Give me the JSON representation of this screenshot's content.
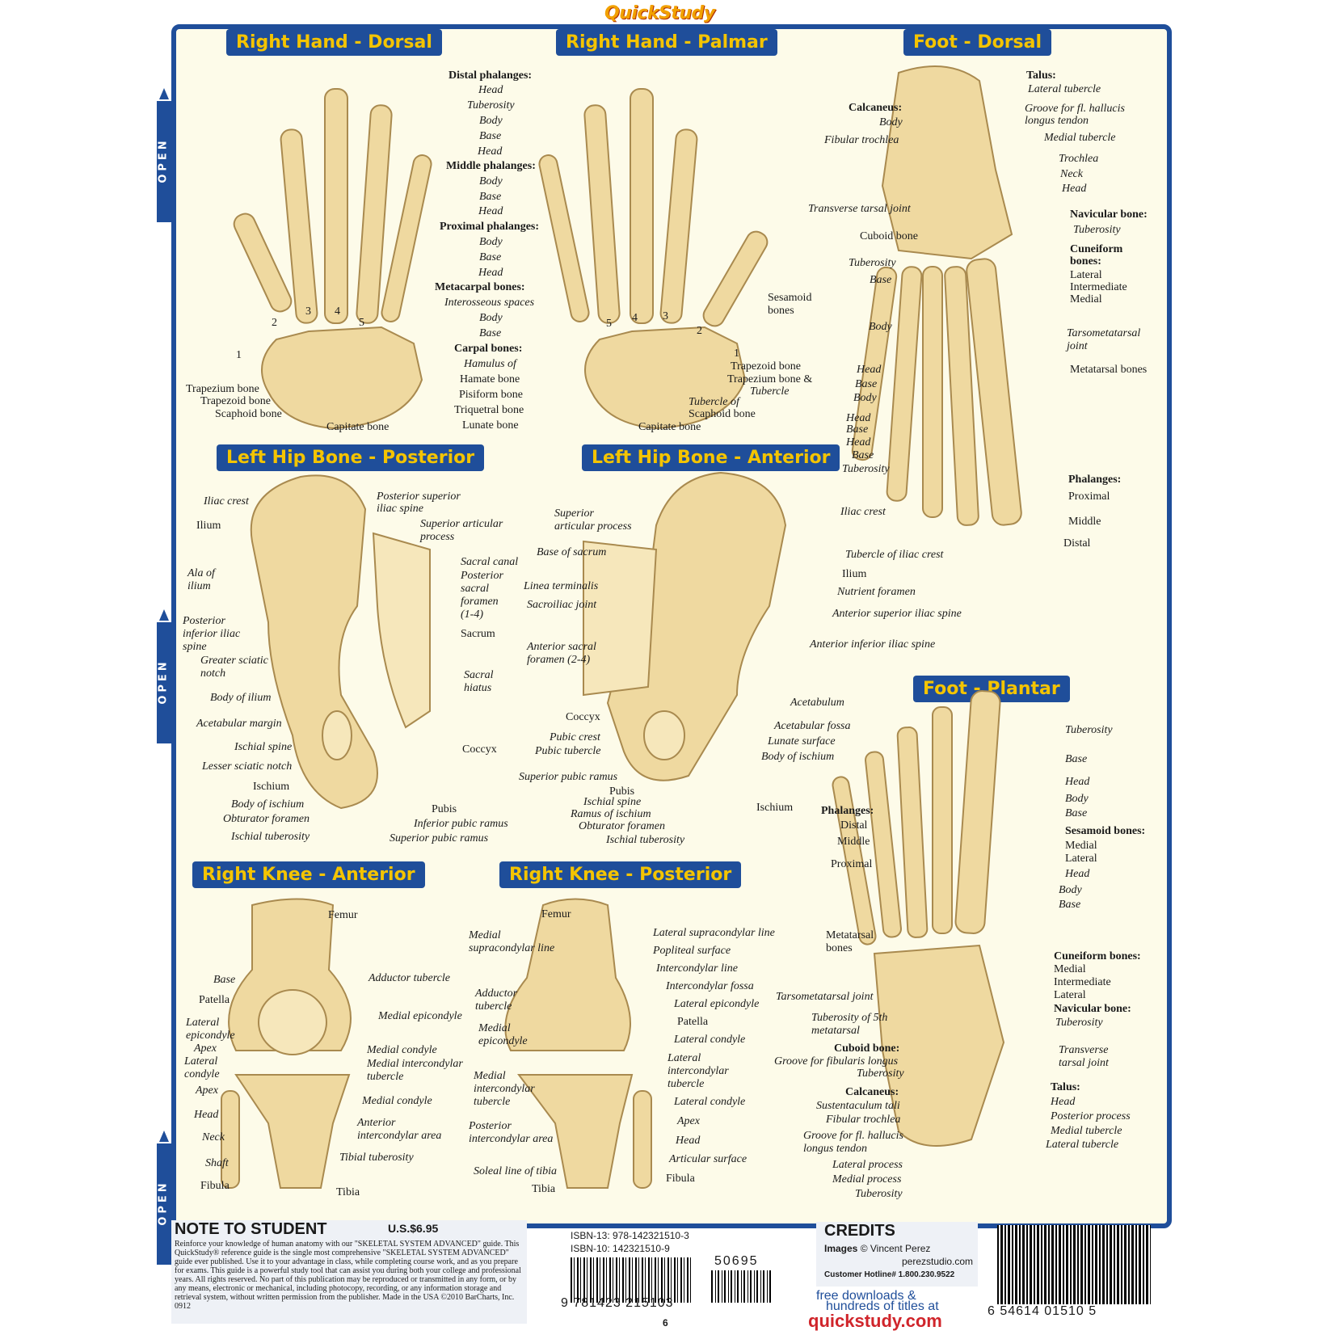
{
  "brand": "QuickStudy",
  "tabs": {
    "open": "OPEN"
  },
  "sections": {
    "hand_dorsal": "Right Hand - Dorsal",
    "hand_palmar": "Right Hand - Palmar",
    "foot_dorsal": "Foot - Dorsal",
    "hip_posterior": "Left Hip Bone - Posterior",
    "hip_anterior": "Left Hip Bone - Anterior",
    "foot_plantar": "Foot - Plantar",
    "knee_anterior": "Right Knee - Anterior",
    "knee_posterior": "Right Knee - Posterior"
  },
  "hand_labels": {
    "distal": "Distal phalanges:",
    "d_head": "Head",
    "d_tub": "Tuberosity",
    "d_body": "Body",
    "d_base": "Base",
    "m_head0": "Head",
    "middle": "Middle phalanges:",
    "m_body": "Body",
    "m_base": "Base",
    "m_head": "Head",
    "proximal": "Proximal phalanges:",
    "p_body": "Body",
    "p_base": "Base",
    "p_head": "Head",
    "metacarpal": "Metacarpal bones:",
    "interosseous": "Interosseous spaces",
    "mc_body": "Body",
    "mc_base": "Base",
    "carpal": "Carpal bones:",
    "hamulus": "Hamulus of",
    "hamate": "Hamate bone",
    "pisiform": "Pisiform bone",
    "triquetral": "Triquetral bone",
    "lunate": "Lunate bone",
    "trapezium": "Trapezium bone",
    "trapezoid": "Trapezoid bone",
    "scaphoid": "Scaphoid bone",
    "capitate": "Capitate bone",
    "sesamoid": "Sesamoid",
    "bones": "bones",
    "p_trapezoid": "Trapezoid bone",
    "p_trapezium": "Trapezium bone &",
    "p_tubercle": "Tubercle",
    "p_tubercle_of": "Tubercle of",
    "p_scaphoid": "Scaphoid bone",
    "p_capitate": "Capitate bone",
    "n1": "1",
    "n2": "2",
    "n3": "3",
    "n4": "4",
    "n5": "5"
  },
  "foot_dorsal_labels": {
    "talus": "Talus:",
    "lateral_tubercle": "Lateral tubercle",
    "groove": "Groove for fl. hallucis",
    "groove2": "longus tendon",
    "medial_tubercle": "Medial tubercle",
    "trochlea": "Trochlea",
    "neck": "Neck",
    "head": "Head",
    "calcaneus": "Calcaneus:",
    "body": "Body",
    "fibular_trochlea": "Fibular trochlea",
    "transverse": "Transverse tarsal joint",
    "navicular": "Navicular bone:",
    "nav_tub": "Tuberosity",
    "cuboid": "Cuboid bone",
    "cuneiform": "Cuneiform",
    "cuneiform2": "bones:",
    "lateral": "Lateral",
    "intermediate": "Intermediate",
    "medial": "Medial",
    "tuberosity": "Tuberosity",
    "base": "Base",
    "mt_body": "Body",
    "tmt": "Tarsometatarsal",
    "tmt2": "joint",
    "metatarsal": "Metatarsal bones",
    "head2": "Head",
    "base2": "Base",
    "body2": "Body",
    "head3": "Head",
    "base3": "Base",
    "head4": "Head",
    "base4": "Base",
    "tub4": "Tuberosity",
    "phalanges": "Phalanges:",
    "proximal": "Proximal",
    "middle": "Middle",
    "distal": "Distal"
  },
  "hip_post_labels": {
    "iliac_crest": "Iliac crest",
    "psis": "Posterior superior",
    "psis2": "iliac spine",
    "ilium": "Ilium",
    "sap": "Superior articular",
    "sap2": "process",
    "sacral_canal": "Sacral canal",
    "ala": "Ala of",
    "ala2": "ilium",
    "psf": "Posterior",
    "psf2": "sacral",
    "psf3": "foramen",
    "psf4": "(1-4)",
    "piis": "Posterior",
    "piis2": "inferior iliac",
    "piis3": "spine",
    "sacrum": "Sacrum",
    "gsn": "Greater sciatic",
    "gsn2": "notch",
    "sacral_hiatus": "Sacral",
    "sacral_hiatus2": "hiatus",
    "body_ilium": "Body of ilium",
    "acetabular_margin": "Acetabular margin",
    "coccyx": "Coccyx",
    "ischial_spine": "Ischial spine",
    "lsn": "Lesser sciatic notch",
    "ischium": "Ischium",
    "body_ischium": "Body of ischium",
    "pubis": "Pubis",
    "obturator": "Obturator foramen",
    "ipr": "Inferior pubic ramus",
    "ischial_tub": "Ischial tuberosity",
    "spr": "Superior pubic ramus"
  },
  "hip_ant_labels": {
    "sap": "Superior",
    "sap2": "articular process",
    "iliac_crest": "Iliac crest",
    "base_sacrum": "Base of sacrum",
    "tubercle": "Tubercle of iliac crest",
    "ilium": "Ilium",
    "linea": "Linea terminalis",
    "nutrient": "Nutrient foramen",
    "si_joint": "Sacroiliac joint",
    "asis": "Anterior superior iliac spine",
    "asf": "Anterior sacral",
    "asf2": "foramen (2-4)",
    "aiis": "Anterior inferior iliac spine",
    "acetabulum": "Acetabulum",
    "coccyx": "Coccyx",
    "acetabular_fossa": "Acetabular fossa",
    "pubic_crest": "Pubic crest",
    "lunate": "Lunate surface",
    "pubic_tubercle": "Pubic tubercle",
    "body_ischium": "Body of ischium",
    "spr": "Superior pubic ramus",
    "pubis": "Pubis",
    "ischial_spine": "Ischial spine",
    "ischium": "Ischium",
    "ramus": "Ramus of ischium",
    "obturator": "Obturator foramen",
    "ischial_tub": "Ischial tuberosity"
  },
  "foot_plantar_labels": {
    "tuberosity": "Tuberosity",
    "base": "Base",
    "head": "Head",
    "body": "Body",
    "base2": "Base",
    "phalanges": "Phalanges:",
    "distal": "Distal",
    "middle": "Middle",
    "proximal": "Proximal",
    "sesamoid": "Sesamoid bones:",
    "medial": "Medial",
    "lateral": "Lateral",
    "head2": "Head",
    "body2": "Body",
    "base3": "Base",
    "metatarsal": "Metatarsal",
    "metatarsal2": "bones",
    "cuneiform": "Cuneiform bones:",
    "c_medial": "Medial",
    "c_intermediate": "Intermediate",
    "c_lateral": "Lateral",
    "tmt": "Tarsometatarsal joint",
    "navicular": "Navicular bone:",
    "nav_tub": "Tuberosity",
    "tub5": "Tuberosity of 5th",
    "tub5b": "metatarsal",
    "cuboid": "Cuboid bone:",
    "groove_fib": "Groove for fibularis longus",
    "cub_tub": "Tuberosity",
    "transverse": "Transverse",
    "transverse2": "tarsal joint",
    "calcaneus": "Calcaneus:",
    "talus": "Talus:",
    "sustentaculum": "Sustentaculum tali",
    "t_head": "Head",
    "fibular_trochlea": "Fibular trochlea",
    "post_process": "Posterior process",
    "groove_fl": "Groove for fl. hallucis",
    "groove_fl2": "longus tendon",
    "t_medial_tub": "Medial tubercle",
    "t_lateral_tub": "Lateral tubercle",
    "lat_process": "Lateral process",
    "med_process": "Medial process",
    "c_tub": "Tuberosity"
  },
  "knee_ant_labels": {
    "femur": "Femur",
    "base": "Base",
    "adductor": "Adductor tubercle",
    "patella": "Patella",
    "lat_epi": "Lateral",
    "lat_epi2": "epicondyle",
    "med_epi": "Medial epicondyle",
    "apex": "Apex",
    "med_condyle": "Medial condyle",
    "lat_condyle": "Lateral",
    "lat_condyle2": "condyle",
    "mit": "Medial intercondylar",
    "mit2": "tubercle",
    "apex2": "Apex",
    "head": "Head",
    "med_condyle2": "Medial condyle",
    "neck": "Neck",
    "aia": "Anterior",
    "aia2": "intercondylar area",
    "shaft": "Shaft",
    "tibial_tub": "Tibial tuberosity",
    "fibula": "Fibula",
    "tibia": "Tibia"
  },
  "knee_post_labels": {
    "femur": "Femur",
    "lsl": "Lateral supracondylar line",
    "msl": "Medial",
    "msl2": "supracondylar line",
    "popliteal": "Popliteal surface",
    "icl": "Intercondylar line",
    "adductor": "Adductor",
    "adductor2": "tubercle",
    "icf": "Intercondylar fossa",
    "lat_epi": "Lateral epicondyle",
    "med_epi": "Medial",
    "med_epi2": "epicondyle",
    "patella": "Patella",
    "lat_condyle": "Lateral condyle",
    "mit": "Medial",
    "mit2": "intercondylar",
    "mit3": "tubercle",
    "lit": "Lateral",
    "lit2": "intercondylar",
    "lit3": "tubercle",
    "lat_condyle2": "Lateral condyle",
    "pia": "Posterior",
    "pia2": "intercondylar area",
    "apex": "Apex",
    "head": "Head",
    "soleal": "Soleal line of tibia",
    "articular": "Articular surface",
    "fibula": "Fibula",
    "tibia": "Tibia"
  },
  "footer": {
    "note_title": "NOTE TO STUDENT",
    "price": "U.S.$6.95",
    "note_text": "Reinforce your knowledge of human anatomy with our \"SKELETAL SYSTEM ADVANCED\" guide. This QuickStudy® reference guide is the single most comprehensive \"SKELETAL SYSTEM ADVANCED\" guide ever published. Use it to your advantage in class, while completing course work, and as you prepare for exams. This guide is a powerful study tool that can assist you during both your college and professional years. All rights reserved. No part of this publication may be reproduced or transmitted in any form, or by any means, electronic or mechanical, including photocopy, recording, or any information storage and retrieval system, without written permission from the publisher. Made in the USA ©2010 BarCharts, Inc. 0912",
    "isbn13": "ISBN-13: 978-142321510-3",
    "isbn10": "ISBN-10: 142321510-9",
    "barcode_num": "9 781423 215103",
    "addon": "50695",
    "credits": "CREDITS",
    "images": "Images",
    "images_by": "© Vincent Perez",
    "studio": "perezstudio.com",
    "hotline": "Customer Hotline# 1.800.230.9522",
    "free": "free downloads &",
    "hundreds": "hundreds of titles at",
    "site": "quickstudy.com",
    "upc": "6   54614 01510   5",
    "page": "6"
  },
  "colors": {
    "frame": "#1f4e9a",
    "title_text": "#f4c400",
    "bone": "#efd9a0",
    "paper": "#fdfbe9",
    "brand": "#f2a100",
    "site": "#d0252b"
  }
}
